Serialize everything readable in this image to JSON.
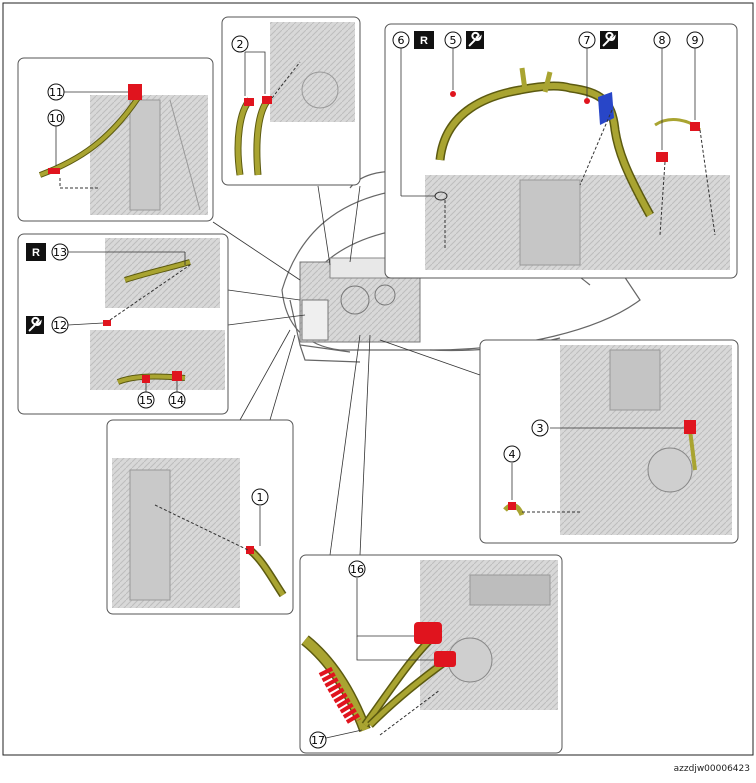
{
  "figure_code": "azzdjw00006423",
  "callouts": {
    "c1": "1",
    "c2": "2",
    "c3": "3",
    "c4": "4",
    "c5": "5",
    "c6": "6",
    "c7": "7",
    "c8": "8",
    "c9": "9",
    "c10": "10",
    "c11": "11",
    "c12": "12",
    "c13": "13",
    "c14": "14",
    "c15": "15",
    "c16": "16",
    "c17": "17"
  },
  "badges": {
    "replace": "R"
  },
  "icons": [
    "wrench-icon",
    "replace-icon"
  ],
  "colors": {
    "harness": "#a9a431",
    "harness_dark": "#5c5a10",
    "clip": "#e0141e",
    "blue_clip": "#2846c8",
    "frame": "#555555"
  }
}
